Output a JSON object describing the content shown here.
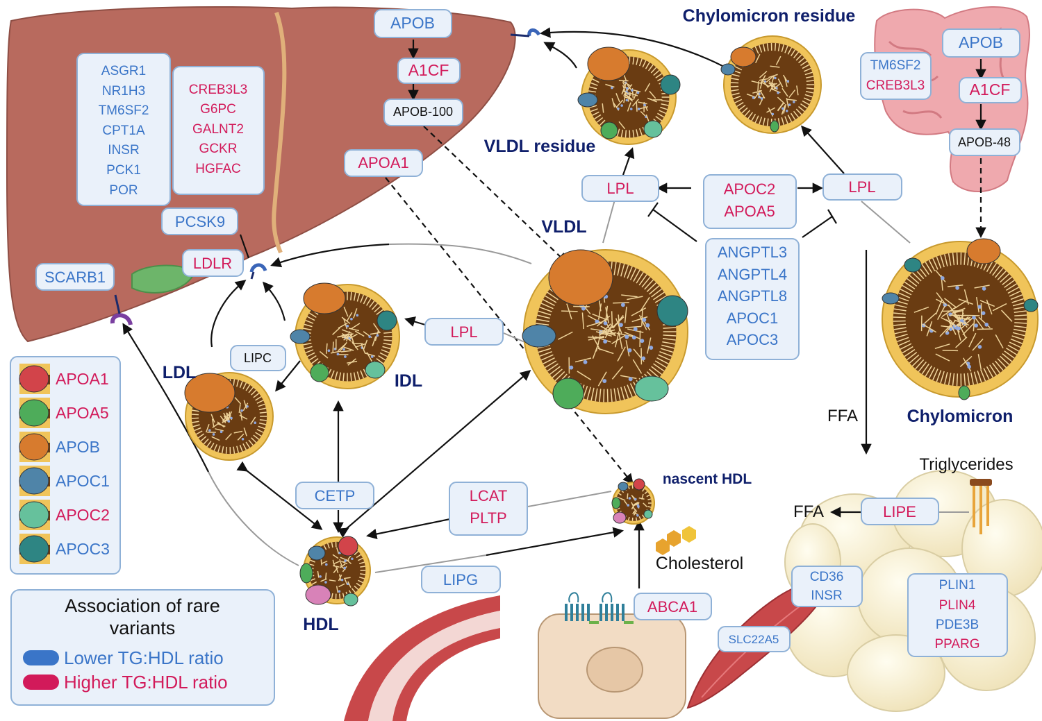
{
  "colors": {
    "lower": "#3a75c8",
    "higher": "#d21a5a",
    "particle_title": "#0f1f6b",
    "box_fill": "#eaf1fa",
    "box_stroke": "#8fb1d7",
    "liver": "#b86a5e",
    "apoa1": "#d2444a",
    "apoa5": "#4eac5a",
    "apob": "#d77b2e",
    "apoc1": "#4f84a8",
    "apoc2": "#66c19c",
    "apoc3": "#2e8583"
  },
  "particles": {
    "chylo_residue": "Chylomicron residue",
    "vldl_residue": "VLDL residue",
    "vldl": "VLDL",
    "ldl": "LDL",
    "idl": "IDL",
    "hdl": "HDL",
    "nascent_hdl": "nascent HDL",
    "chylomicron": "Chylomicron"
  },
  "liver": {
    "apob": "APOB",
    "a1cf": "A1CF",
    "apob100": "APOB-100",
    "apoa1": "APOA1",
    "genes_lower": [
      "ASGR1",
      "NR1H3",
      "TM6SF2",
      "CPT1A",
      "INSR",
      "PCK1",
      "POR"
    ],
    "genes_higher": [
      "CREB3L3",
      "G6PC",
      "GALNT2",
      "GCKR",
      "HGFAC"
    ],
    "pcsk9": "PCSK9",
    "ldlr": "LDLR",
    "scarb1": "SCARB1"
  },
  "intestine": {
    "tm6sf2": "TM6SF2",
    "creb3l3": "CREB3L3",
    "apob": "APOB",
    "a1cf": "A1CF",
    "apob48": "APOB-48"
  },
  "enzymes": {
    "lpl_left": "LPL",
    "lpl_right": "LPL",
    "lpl_idl": "LPL",
    "apoc2": "APOC2",
    "apoa5": "APOA5",
    "angptl": [
      "ANGPTL3",
      "ANGPTL4",
      "ANGPTL8",
      "APOC1",
      "APOC3"
    ],
    "lipc": "LIPC",
    "cetp": "CETP",
    "lcat": "LCAT",
    "pltp": "PLTP",
    "lipg": "LIPG",
    "abca1": "ABCA1",
    "cholesterol": "Cholesterol"
  },
  "adipose": {
    "ffa_top": "FFA",
    "ffa_left": "FFA",
    "triglycerides": "Triglycerides",
    "lipe": "LIPE",
    "muscle_genes": [
      "CD36",
      "INSR"
    ],
    "slc22a5": "SLC22A5",
    "adipo_genes": [
      {
        "name": "PLIN1",
        "effect": "lower"
      },
      {
        "name": "PLIN4",
        "effect": "higher"
      },
      {
        "name": "PDE3B",
        "effect": "lower"
      },
      {
        "name": "PPARG",
        "effect": "higher"
      }
    ]
  },
  "apo_legend": [
    {
      "name": "APOA1",
      "effect": "higher",
      "color": "#d2444a"
    },
    {
      "name": "APOA5",
      "effect": "higher",
      "color": "#4eac5a"
    },
    {
      "name": "APOB",
      "effect": "lower",
      "color": "#d77b2e"
    },
    {
      "name": "APOC1",
      "effect": "lower",
      "color": "#4f84a8"
    },
    {
      "name": "APOC2",
      "effect": "higher",
      "color": "#66c19c"
    },
    {
      "name": "APOC3",
      "effect": "lower",
      "color": "#2e8583"
    }
  ],
  "assoc_legend": {
    "title_line1": "Association of rare",
    "title_line2": "variants",
    "lower": "Lower TG:HDL ratio",
    "higher": "Higher TG:HDL ratio"
  }
}
